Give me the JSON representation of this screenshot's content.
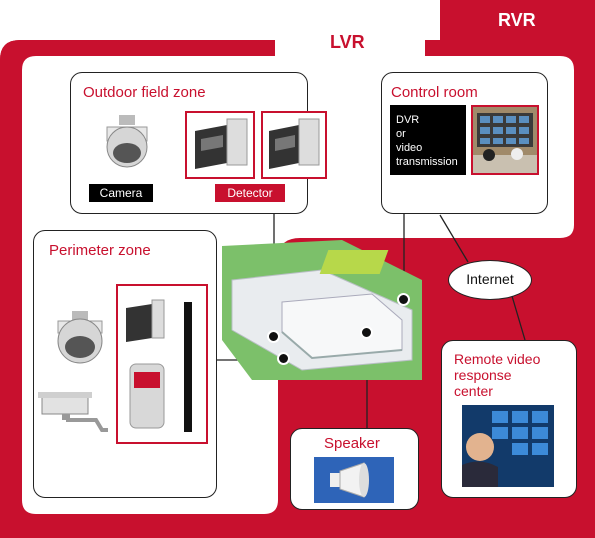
{
  "tabs": {
    "lvr": "LVR",
    "rvr": "RVR"
  },
  "outdoor_zone": {
    "title": "Outdoor field zone",
    "camera_label": "Camera",
    "detector_label": "Detector"
  },
  "control_room": {
    "title": "Control room",
    "dvr_lines": [
      "DVR",
      "or",
      "video",
      "transmission"
    ]
  },
  "perimeter_zone": {
    "title": "Perimeter zone"
  },
  "internet": {
    "label": "Internet"
  },
  "remote_center": {
    "title_lines": [
      "Remote video",
      "response",
      "center"
    ]
  },
  "speaker": {
    "title": "Speaker"
  },
  "colors": {
    "brand_red": "#c8102e",
    "line": "#222222",
    "black_tag": "#000000"
  }
}
